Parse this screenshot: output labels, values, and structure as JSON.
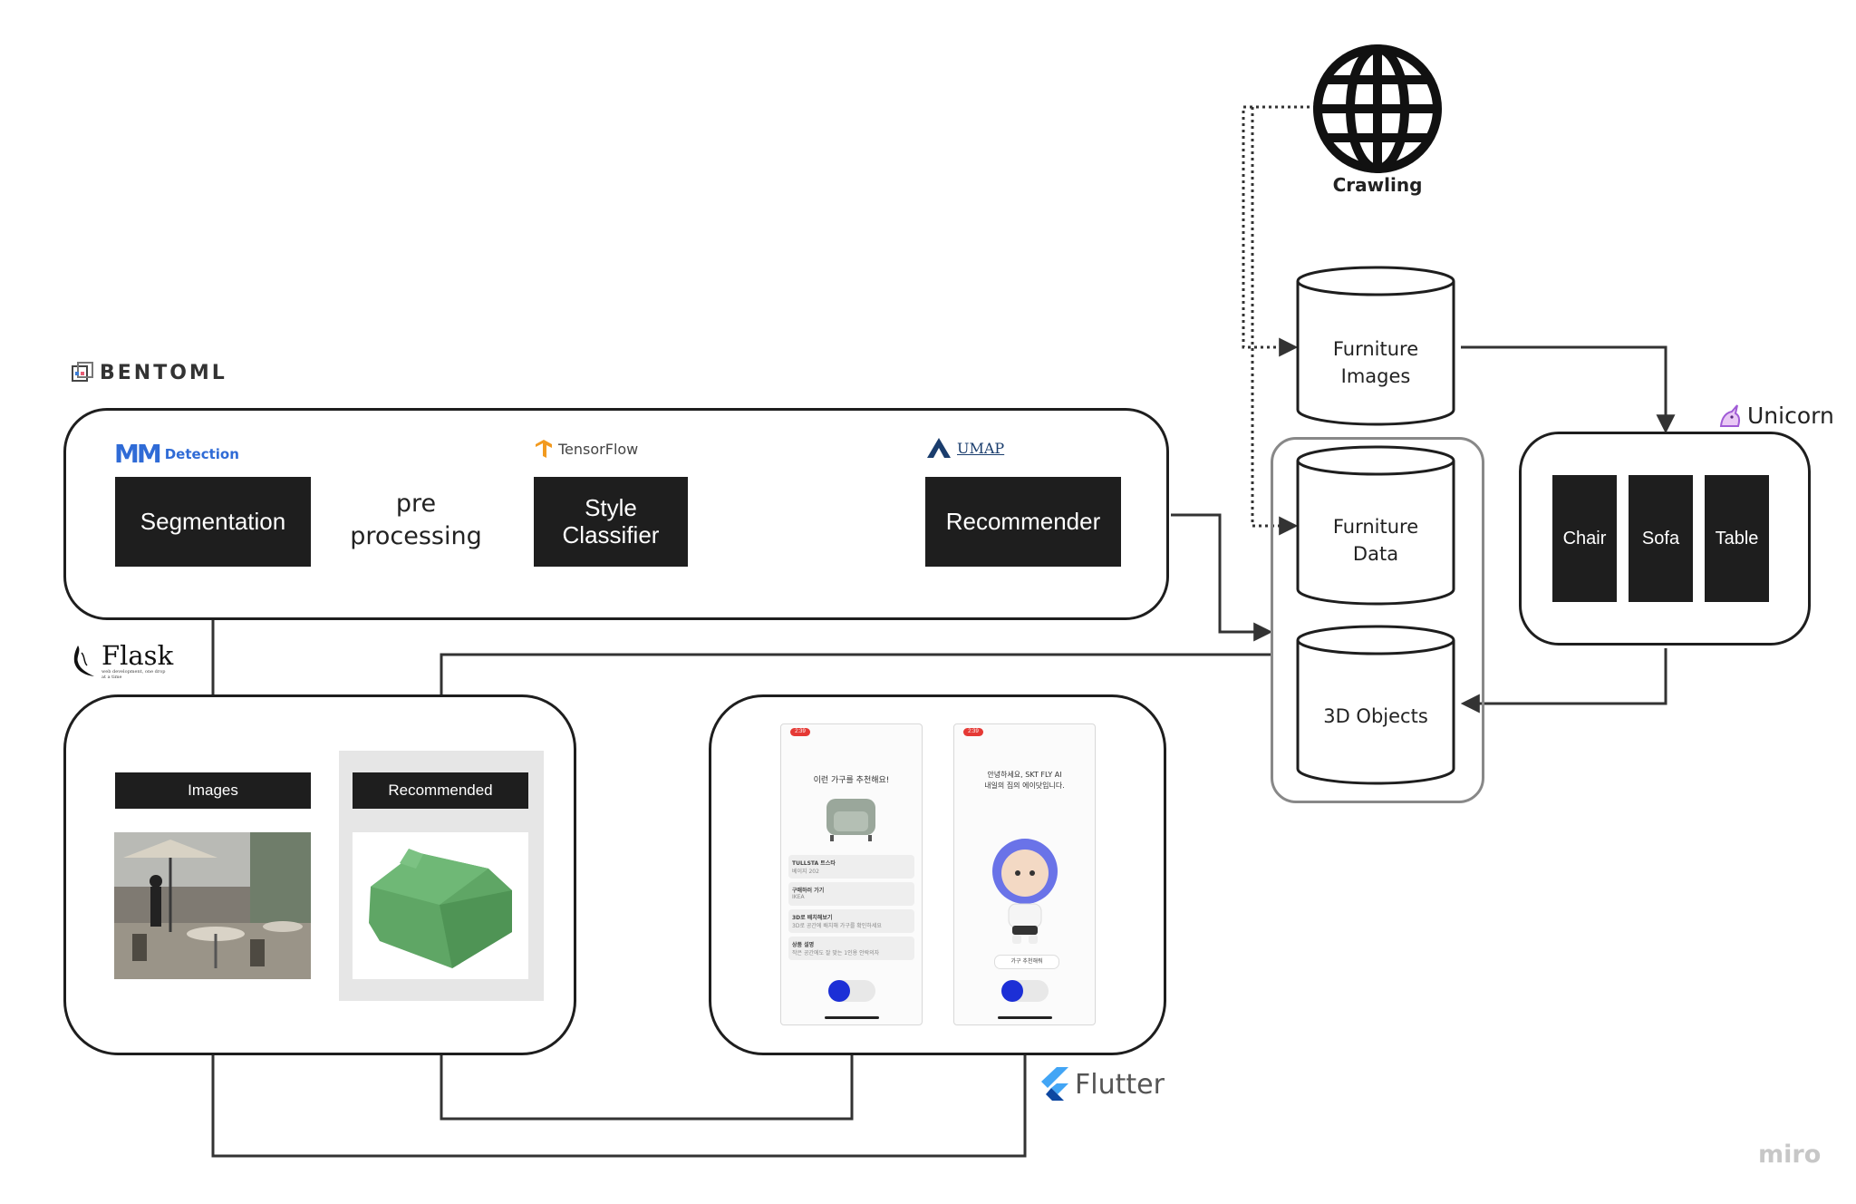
{
  "brands": {
    "bentoml": "BENTOML",
    "mmdetection": "Detection",
    "tensorflow": "TensorFlow",
    "umap": "UMAP",
    "flask": "Flask",
    "flask_tagline": "web development, one drop at a time",
    "unicorn": "Unicorn",
    "flutter": "Flutter",
    "miro": "miro"
  },
  "pipeline": {
    "segmentation": "Segmentation",
    "preprocessing_line1": "pre",
    "preprocessing_line2": "processing",
    "style_classifier_line1": "Style",
    "style_classifier_line2": "Classifier",
    "recommender": "Recommender"
  },
  "data_sources": {
    "crawling": "Crawling",
    "furniture_images_line1": "Furniture",
    "furniture_images_line2": "Images",
    "furniture_data_line1": "Furniture",
    "furniture_data_line2": "Data",
    "objects_3d": "3D Objects"
  },
  "unicorn_categories": [
    "Chair",
    "Sofa",
    "Table"
  ],
  "flask_app": {
    "images_label": "Images",
    "recommended_label": "Recommended"
  },
  "phones": {
    "left_time": "2:39",
    "left_heading": "이런 가구를 추천해요!",
    "left_items": [
      {
        "title": "TULLSTA 트스타",
        "sub": "베이지 202"
      },
      {
        "title": "구매하러 가기",
        "sub": "IKEA"
      },
      {
        "title": "3D로 배치해보기",
        "sub": "3D로 공간에 배치해 가구를 확인하세요"
      },
      {
        "title": "상품 설명",
        "sub": "작은 공간에도 잘 맞는 1인용 안락의자"
      }
    ],
    "right_time": "2:39",
    "right_heading_line1": "안녕하세요, SKT FLY AI",
    "right_heading_line2": "내일의 집의 에이닷입니다.",
    "right_chip": "가구 추천해줘"
  },
  "colors": {
    "block": "#1e1e1e",
    "line": "#3a3a3a",
    "sofa_green": "#5fa665",
    "record_blue": "#1c2fd6",
    "unicorn_purple": "#a05bd6",
    "flutter_blue": "#42a5f5",
    "tensorflow_orange": "#f29a1f"
  },
  "icons": [
    "globe-icon",
    "bentoml-logo-icon",
    "tensorflow-logo-icon",
    "umap-logo-icon",
    "flask-logo-icon",
    "unicorn-icon",
    "flutter-logo-icon",
    "mic-icon"
  ]
}
